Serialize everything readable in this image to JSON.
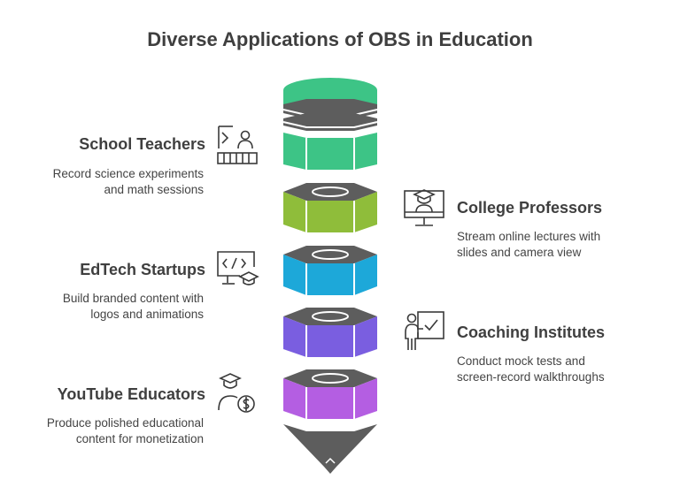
{
  "title": "Diverse Applications of OBS in Education",
  "items": [
    {
      "label": "School Teachers",
      "desc_line1": "Record science experiments",
      "desc_line2": "and math sessions",
      "side": "left",
      "color": "#3dc486",
      "icon": "teacher-board-icon"
    },
    {
      "label": "College Professors",
      "desc_line1": "Stream online lectures with",
      "desc_line2": "slides and camera view",
      "side": "right",
      "color": "#8fbd3a",
      "icon": "professor-monitor-icon"
    },
    {
      "label": "EdTech Startups",
      "desc_line1": "Build branded content with",
      "desc_line2": "logos and animations",
      "side": "left",
      "color": "#1da8d9",
      "icon": "code-screen-grad-icon"
    },
    {
      "label": "Coaching Institutes",
      "desc_line1": "Conduct mock tests and",
      "desc_line2": "screen-record walkthroughs",
      "side": "right",
      "color": "#7a5ee0",
      "icon": "instructor-board-icon"
    },
    {
      "label": "YouTube Educators",
      "desc_line1": "Produce polished educational",
      "desc_line2": "content for monetization",
      "side": "left",
      "color": "#b45ee2",
      "icon": "graduate-money-icon"
    }
  ],
  "colors": {
    "top_green": "#3dc486",
    "disc_gray": "#5d5d5d",
    "tip_gray": "#5d5d5d"
  }
}
